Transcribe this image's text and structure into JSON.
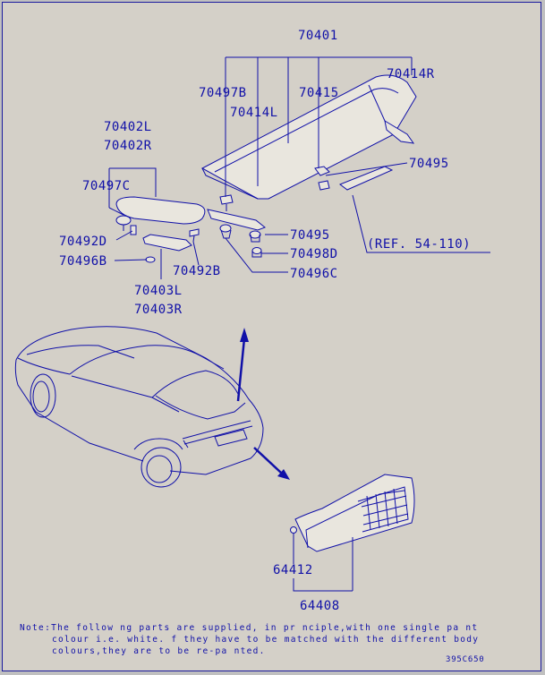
{
  "parts": {
    "p70401": "70401",
    "p70414R": "70414R",
    "p70497B": "70497B",
    "p70415": "70415",
    "p70414L": "70414L",
    "p70402L": "70402L",
    "p70402R": "70402R",
    "p70495_top": "70495",
    "p70497C": "70497C",
    "p70495_mid": "70495",
    "p70492D": "70492D",
    "p70498D": "70498D",
    "p70496B": "70496B",
    "p70492B": "70492B",
    "p70496C": "70496C",
    "p70403L": "70403L",
    "p70403R": "70403R",
    "ref": "(REF. 54-110)",
    "p64412": "64412",
    "p64408": "64408"
  },
  "note": {
    "line1": "Note:The follow ng parts are supplied,  in pr nciple,with one single pa nt",
    "line2": "colour i.e. white.  f they have to be matched with the different body",
    "line3": "colours,they are to be re-pa nted."
  },
  "code": "395C650",
  "colors": {
    "line": "#1010a8",
    "background": "#d4d0c8",
    "part_fill": "#e9e6de"
  }
}
